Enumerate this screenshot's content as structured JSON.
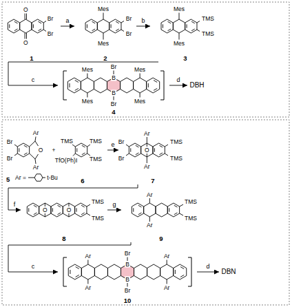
{
  "diagram": {
    "nodes": [
      {
        "text": [
          "1"
        ]
      },
      {
        "text": [
          "2"
        ]
      },
      {
        "text": [
          "3"
        ]
      },
      {
        "text": [
          "4"
        ]
      },
      {
        "text": [
          "DBH"
        ]
      },
      {
        "text": [
          "5"
        ]
      },
      {
        "text": [
          "6"
        ]
      },
      {
        "text": [
          "7"
        ]
      },
      {
        "text": [
          "8"
        ]
      },
      {
        "text": [
          "9"
        ]
      },
      {
        "text": [
          "10"
        ]
      },
      {
        "text": [
          "DBN"
        ]
      }
    ],
    "edges": [
      {
        "from": 0,
        "to": 1,
        "label": "a",
        "arrow": "to"
      },
      {
        "from": 1,
        "to": 2,
        "label": "b",
        "arrow": "to"
      },
      {
        "from": 2,
        "to": 3,
        "label": "c",
        "arrow": "to"
      },
      {
        "from": 3,
        "to": 4,
        "label": "d",
        "arrow": "to"
      },
      {
        "from": 6,
        "to": 7,
        "label": "e",
        "arrow": "to"
      },
      {
        "from": 7,
        "to": 8,
        "label": "f",
        "arrow": "to"
      },
      {
        "from": 8,
        "to": 9,
        "label": "g",
        "arrow": "to"
      },
      {
        "from": 9,
        "to": 10,
        "label": "c",
        "arrow": "to"
      },
      {
        "from": 10,
        "to": 11,
        "label": "d",
        "arrow": "to"
      }
    ],
    "labels": [
      "O",
      "O",
      "Br",
      "Br",
      "Mes",
      "Mes",
      "Br",
      "Br",
      "Mes",
      "Mes",
      "TMS",
      "TMS",
      "Mes",
      "Br",
      "Mes",
      "B",
      "B",
      "Mes",
      "Br",
      "Mes",
      "Ar",
      "Br",
      "Br",
      "O",
      "Ar",
      "Ar =",
      "t-Bu",
      "+",
      "TMS",
      "TMS",
      "TfO(Ph)I",
      "TMS",
      "Ar",
      "Br",
      "Br",
      "O",
      "TMS",
      "TMS",
      "Ar",
      "O",
      "O",
      "TMS",
      "TMS",
      "Ar",
      "TMS",
      "TMS",
      "Ar",
      "Ar",
      "Br",
      "Ar",
      "B",
      "B",
      "Ar",
      "Br",
      "Ar"
    ]
  }
}
